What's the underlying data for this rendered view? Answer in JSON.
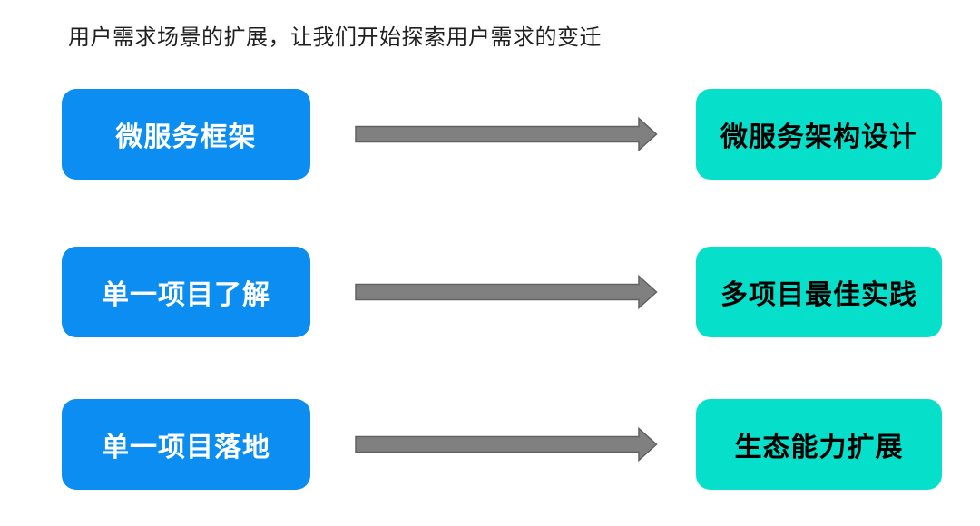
{
  "title": "用户需求场景的扩展，让我们开始探索用户需求的变迁",
  "colors": {
    "accent_blue": "#0b8df2",
    "accent_teal": "#06e0ca",
    "arrow_fill": "#808080",
    "arrow_stroke": "#616161",
    "title_color": "#1f1f1f",
    "left_text": "#ffffff",
    "right_text": "#000000",
    "page_bg": "#ffffff"
  },
  "icons": {
    "arrow": "arrow-right-icon"
  },
  "rows": [
    {
      "left": "微服务框架",
      "right": "微服务架构设计"
    },
    {
      "left": "单一项目了解",
      "right": "多项目最佳实践"
    },
    {
      "left": "单一项目落地",
      "right": "生态能力扩展"
    }
  ]
}
